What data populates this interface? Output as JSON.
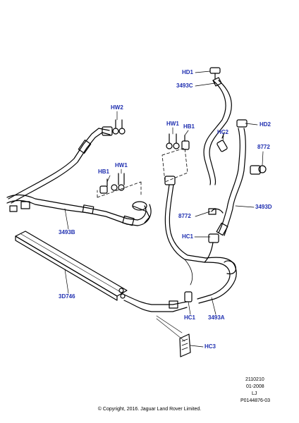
{
  "colors": {
    "label": "#1f2fb0",
    "line": "#000000",
    "background": "#ffffff"
  },
  "labels": {
    "hd1": "HD1",
    "p3493c": "3493C",
    "hw2": "HW2",
    "hw1_top": "HW1",
    "hb1_top": "HB1",
    "hc2": "HC2",
    "hd2": "HD2",
    "p8772_right": "8772",
    "hb1_left": "HB1",
    "hw1_left": "HW1",
    "p8772_mid": "8772",
    "p3493d": "3493D",
    "hc1_top": "HC1",
    "p3493b": "3493B",
    "p3d746": "3D746",
    "hc1_bottom": "HC1",
    "p3493a": "3493A",
    "hc3": "HC3"
  },
  "reference": {
    "line1": "2110210",
    "line2": "01-2008",
    "line3": "LJ",
    "line4": "P0144876-03"
  },
  "copyright": "© Copyright, 2016. Jaguar Land Rover Limited."
}
